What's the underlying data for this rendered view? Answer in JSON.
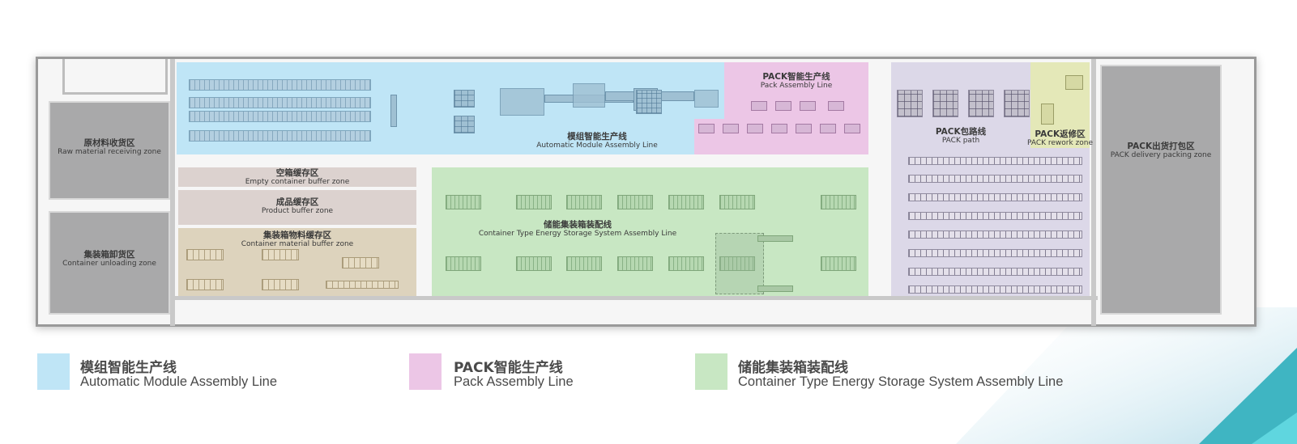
{
  "colors": {
    "module_line": "#bfe5f6",
    "pack_line": "#ecc6e6",
    "container_line": "#c8e7c3",
    "buffer_zone": "#dcd2cf",
    "material_buffer": "#ddd3bd",
    "pack_path": "#dcd8e8",
    "rework": "#e4e8b8",
    "dock": "#a9a9aa",
    "accent_teal": "#2fc0cf"
  },
  "zones": {
    "raw_material": {
      "cn": "原材料收货区",
      "en": "Raw material receiving zone"
    },
    "container_unloading": {
      "cn": "集装箱卸货区",
      "en": "Container unloading zone"
    },
    "module_line": {
      "cn": "模组智能生产线",
      "en": "Automatic Module Assembly Line"
    },
    "pack_line": {
      "cn": "PACK智能生产线",
      "en": "Pack Assembly Line"
    },
    "empty_container": {
      "cn": "空箱缓存区",
      "en": "Empty container buffer zone"
    },
    "product_buffer": {
      "cn": "成品缓存区",
      "en": "Product buffer zone"
    },
    "container_material": {
      "cn": "集装箱物料缓存区",
      "en": "Container material buffer zone"
    },
    "container_assembly": {
      "cn": "储能集装箱装配线",
      "en": "Container Type Energy Storage System Assembly Line"
    },
    "pack_path": {
      "cn": "PACK包路线",
      "en": "PACK path"
    },
    "pack_rework": {
      "cn": "PACK返修区",
      "en": "PACK rework zone"
    },
    "pack_delivery": {
      "cn": "PACK出货打包区",
      "en": "PACK delivery packing zone"
    }
  },
  "legend": [
    {
      "cn": "模组智能生产线",
      "en": "Automatic Module Assembly Line",
      "color": "#bfe5f6"
    },
    {
      "cn": "PACK智能生产线",
      "en": "Pack Assembly Line",
      "color": "#ecc6e6"
    },
    {
      "cn": "储能集装箱装配线",
      "en": "Container Type Energy Storage System Assembly Line",
      "color": "#c8e7c3"
    }
  ]
}
